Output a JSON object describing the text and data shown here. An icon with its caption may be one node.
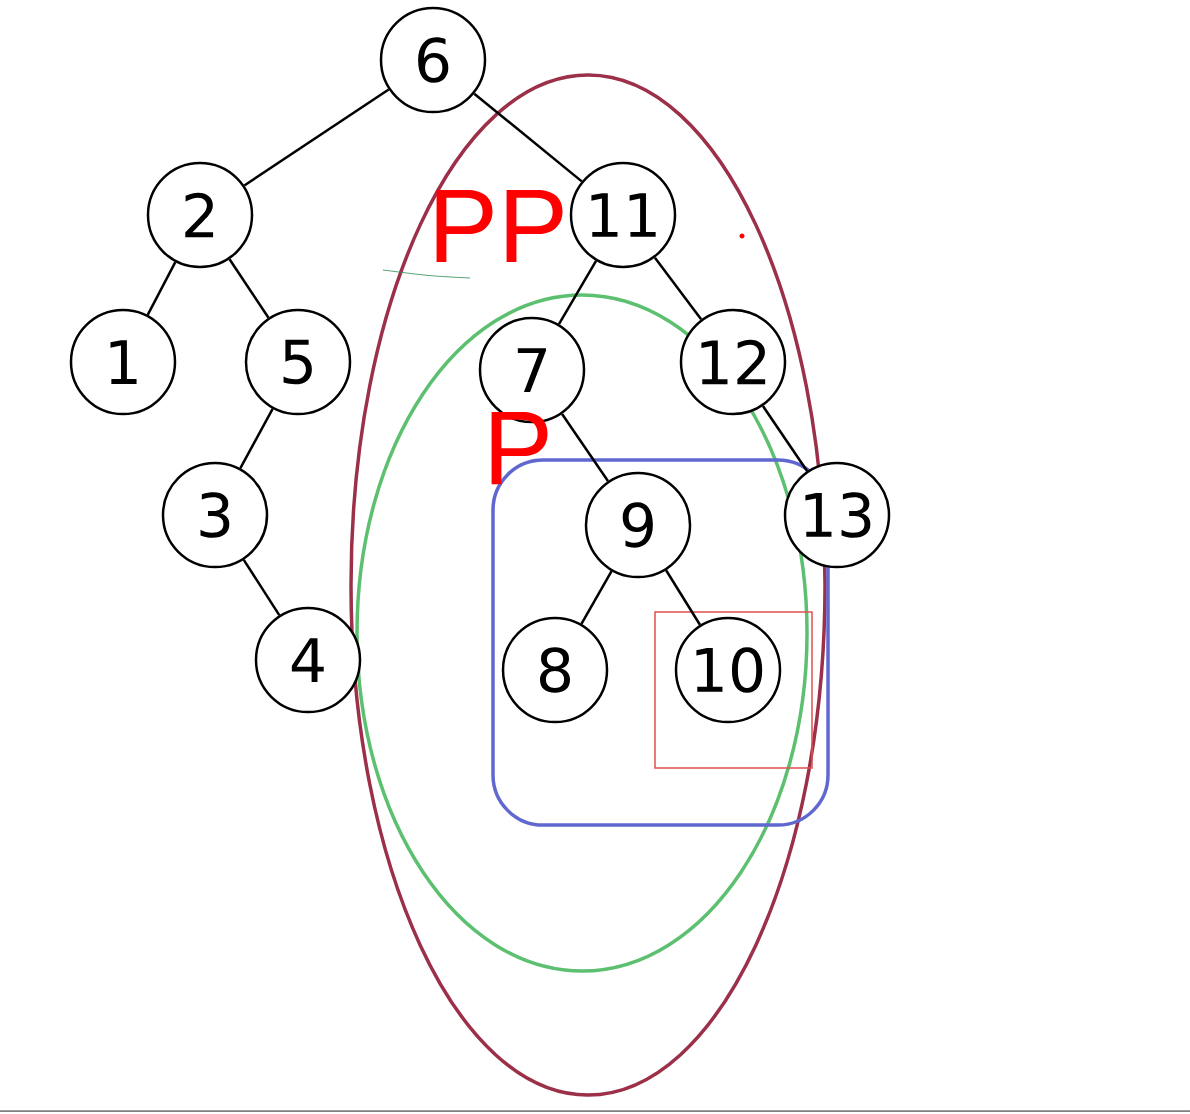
{
  "diagram": {
    "nodes": [
      {
        "text": [
          "6"
        ]
      },
      {
        "text": [
          "2"
        ]
      },
      {
        "text": [
          "11"
        ]
      },
      {
        "text": [
          "1"
        ]
      },
      {
        "text": [
          "5"
        ]
      },
      {
        "text": [
          "7"
        ]
      },
      {
        "text": [
          "12"
        ]
      },
      {
        "text": [
          "3"
        ]
      },
      {
        "text": [
          "9"
        ]
      },
      {
        "text": [
          "13"
        ]
      },
      {
        "text": [
          "4"
        ]
      },
      {
        "text": [
          "8"
        ]
      },
      {
        "text": [
          "10"
        ]
      }
    ],
    "edges": [
      {
        "from": 0,
        "to": 1,
        "arrow": "none"
      },
      {
        "from": 0,
        "to": 2,
        "arrow": "none"
      },
      {
        "from": 1,
        "to": 3,
        "arrow": "none"
      },
      {
        "from": 1,
        "to": 4,
        "arrow": "none"
      },
      {
        "from": 4,
        "to": 7,
        "arrow": "none"
      },
      {
        "from": 7,
        "to": 10,
        "arrow": "none"
      },
      {
        "from": 2,
        "to": 5,
        "arrow": "none"
      },
      {
        "from": 2,
        "to": 6,
        "arrow": "none"
      },
      {
        "from": 5,
        "to": 8,
        "arrow": "none"
      },
      {
        "from": 6,
        "to": 9,
        "arrow": "none"
      },
      {
        "from": 8,
        "to": 11,
        "arrow": "none"
      },
      {
        "from": 8,
        "to": 12,
        "arrow": "none"
      }
    ],
    "labels": [
      "PP",
      "P"
    ]
  }
}
